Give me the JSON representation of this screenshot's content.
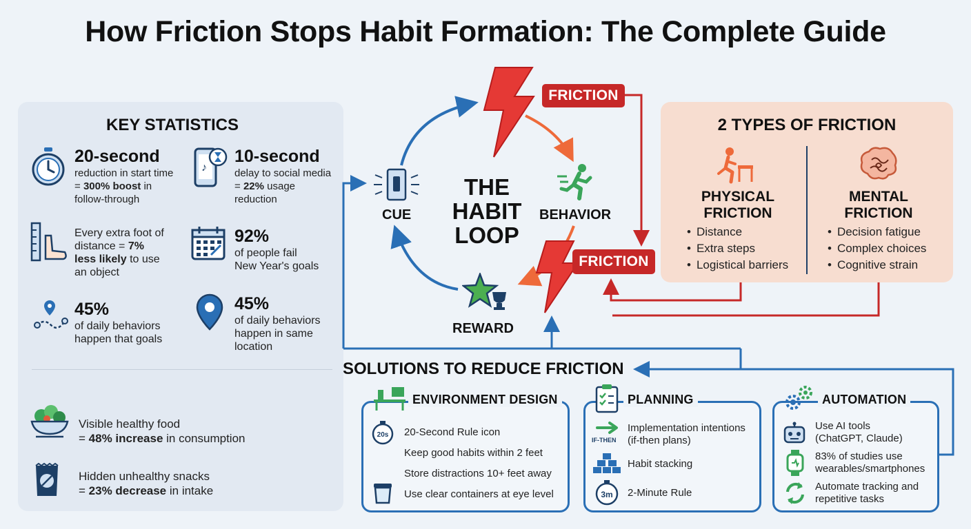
{
  "title": "How Friction Stops Habit Formation: The Complete Guide",
  "key_stats": {
    "heading": "KEY STATISTICS",
    "s1_big": "20-second",
    "s1_line1": "reduction in start time",
    "s1_line2a": "= ",
    "s1_line2b": "300% boost",
    "s1_line2c": " in",
    "s1_line3": "follow-through",
    "s2_big": "10-second",
    "s2_line1": "delay to social media",
    "s2_line2a": "= ",
    "s2_line2b": "22%",
    "s2_line2c": " usage",
    "s2_line3": "reduction",
    "s3_line1": "Every extra foot of",
    "s3_line2a": "distance = ",
    "s3_line2b": "7%",
    "s3_line3a": "less likely",
    "s3_line3b": " to use",
    "s3_line4": "an object",
    "s4_big": "92%",
    "s4_line1": "of people fail",
    "s4_line2": "New Year's goals",
    "s5_big": "45%",
    "s5_line1": "of daily behaviors",
    "s5_line2": "happen that goals",
    "s6_big": "45%",
    "s6_line1": "of daily behaviors",
    "s6_line2": "happen in same",
    "s6_line3": "location",
    "s7_line1": "Visible healthy food",
    "s7_line2a": "= ",
    "s7_line2b": "48% increase",
    "s7_line2c": " in consumption",
    "s8_line1": "Hidden unhealthy snacks",
    "s8_line2a": "= ",
    "s8_line2b": "23% decrease",
    "s8_line2c": " in intake"
  },
  "loop": {
    "center_line1": "THE",
    "center_line2": "HABIT",
    "center_line3": "LOOP",
    "cue": "CUE",
    "behavior": "BEHAVIOR",
    "reward": "REWARD",
    "friction_top": "FRICTION",
    "friction_right": "FRICTION"
  },
  "types": {
    "heading": "2 TYPES OF FRICTION",
    "physical_line1": "PHYSICAL",
    "physical_line2": "FRICTION",
    "physical_items": [
      "Distance",
      "Extra steps",
      "Logistical barriers"
    ],
    "mental_line1": "MENTAL",
    "mental_line2": "FRICTION",
    "mental_items": [
      "Decision fatigue",
      "Complex choices",
      "Cognitive strain"
    ]
  },
  "solutions": {
    "heading": "SOLUTIONS TO REDUCE FRICTION",
    "env": {
      "title": "ENVIRONMENT DESIGN",
      "item1": "20-Second Rule icon",
      "item2": "Keep good habits within 2 feet",
      "item3": "Store distractions 10+ feet away",
      "item4": "Use clear containers at eye level",
      "timer_text": "20s"
    },
    "planning": {
      "title": "PLANNING",
      "ifthen_icon": "IF-THEN",
      "item1_line1": "Implementation intentions",
      "item1_line2": "(if-then plans)",
      "item2": "Habit stacking",
      "item3": "2-Minute Rule",
      "timer_text": "3m"
    },
    "automation": {
      "title": "AUTOMATION",
      "item1_line1": "Use AI tools",
      "item1_line2": "(ChatGPT, Claude)",
      "item2_line1": "83% of studies use",
      "item2_line2": "wearables/smartphones",
      "item3_line1": "Automate tracking and",
      "item3_line2": "repetitive tasks"
    }
  },
  "colors": {
    "blue": "#2a6fb5",
    "red": "#c62828",
    "orange": "#ee6a3a",
    "green": "#3aa55a",
    "panel_left": "#e2e9f2",
    "panel_types": "#f7ddd0"
  }
}
